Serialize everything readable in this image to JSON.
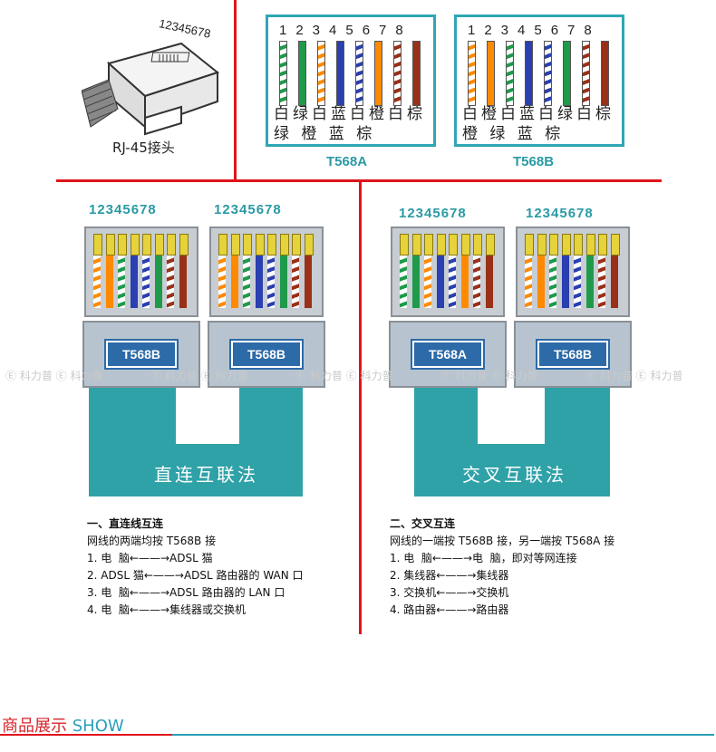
{
  "rj45": {
    "number_label": "12345678",
    "caption": "RJ-45接头"
  },
  "t568a": {
    "pins": "12345678",
    "color_row1": "白绿白蓝白橙白棕",
    "color_row2": "绿  橙  蓝  棕",
    "label": "T568A",
    "wire_colors": [
      "#ffffff",
      "#1f9a4a",
      "#ffffff",
      "#2a3fb0",
      "#ffffff",
      "#ff8a00",
      "#ffffff",
      "#9a3018"
    ],
    "stripe_colors": [
      "#1f9a4a",
      "#1f9a4a",
      "#ff8a00",
      "#2a3fb0",
      "#2a3fb0",
      "#ff8a00",
      "#9a3018",
      "#9a3018"
    ]
  },
  "t568b": {
    "pins": "12345678",
    "color_row1": "白橙白蓝白绿白棕",
    "color_row2": "橙  绿  蓝  棕",
    "label": "T568B",
    "wire_colors": [
      "#ffffff",
      "#ff8a00",
      "#ffffff",
      "#2a3fb0",
      "#ffffff",
      "#1f9a4a",
      "#ffffff",
      "#9a3018"
    ],
    "stripe_colors": [
      "#ff8a00",
      "#ff8a00",
      "#1f9a4a",
      "#2a3fb0",
      "#2a3fb0",
      "#1f9a4a",
      "#9a3018",
      "#9a3018"
    ]
  },
  "straight": {
    "pins": [
      "12345678",
      "12345678"
    ],
    "tags": [
      "T568B",
      "T568B"
    ],
    "cable_label": "直连互联法",
    "heading": "一、直连线互连",
    "subheading": "网线的两端均按 T568B 接",
    "items": [
      "1. 电  脑←——→ADSL 猫",
      "2. ADSL 猫←——→ADSL 路由器的 WAN 口",
      "3. 电  脑←——→ADSL 路由器的 LAN 口",
      "4. 电  脑←——→集线器或交换机"
    ]
  },
  "crossover": {
    "pins": [
      "12345678",
      "12345678"
    ],
    "tags": [
      "T568A",
      "T568B"
    ],
    "cable_label": "交叉互联法",
    "heading": "二、交叉互连",
    "subheading": "网线的一端按 T568B 接，另一端按 T568A 接",
    "items": [
      "1. 电  脑←——→电  脑，即对等网连接",
      "2. 集线器←——→集线器",
      "3. 交换机←——→交换机",
      "4. 路由器←——→路由器"
    ]
  },
  "watermark": "科力普",
  "footer": {
    "title_cn": "商品展示",
    "title_en": "SHOW"
  },
  "colors": {
    "accent_red": "#e0141b",
    "teal": "#2fa2a8",
    "tag_blue": "#2d6aa8"
  }
}
